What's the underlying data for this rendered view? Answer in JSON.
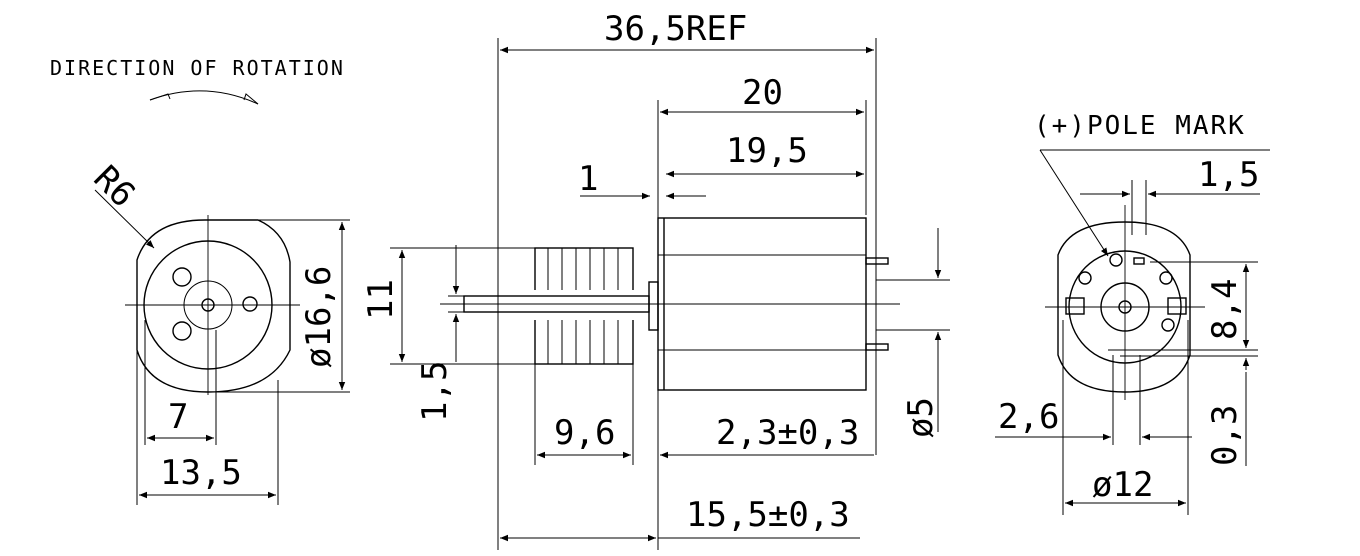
{
  "notes": {
    "rotation": "DIRECTION OF ROTATION",
    "pole_mark": "(+)POLE MARK"
  },
  "dimensions": {
    "overall_length": "36,5REF",
    "body_length": "20",
    "body_inner_length": "19,5",
    "flange_thickness": "1",
    "shaft_height": "11",
    "shaft_offset": "1,5",
    "weight_length": "9,6",
    "terminal_length": "2,3±0,3",
    "shaft_to_body": "15,5±0,3",
    "terminal_spacing": "ø5",
    "radius": "R6",
    "body_diameter": "ø16,6",
    "offset_7": "7",
    "width_13_5": "13,5",
    "pole_offset": "1,5",
    "terminal_height": "8,4",
    "rear_offset": "2,6",
    "rear_diameter": "ø12",
    "rear_small": "0,3"
  }
}
